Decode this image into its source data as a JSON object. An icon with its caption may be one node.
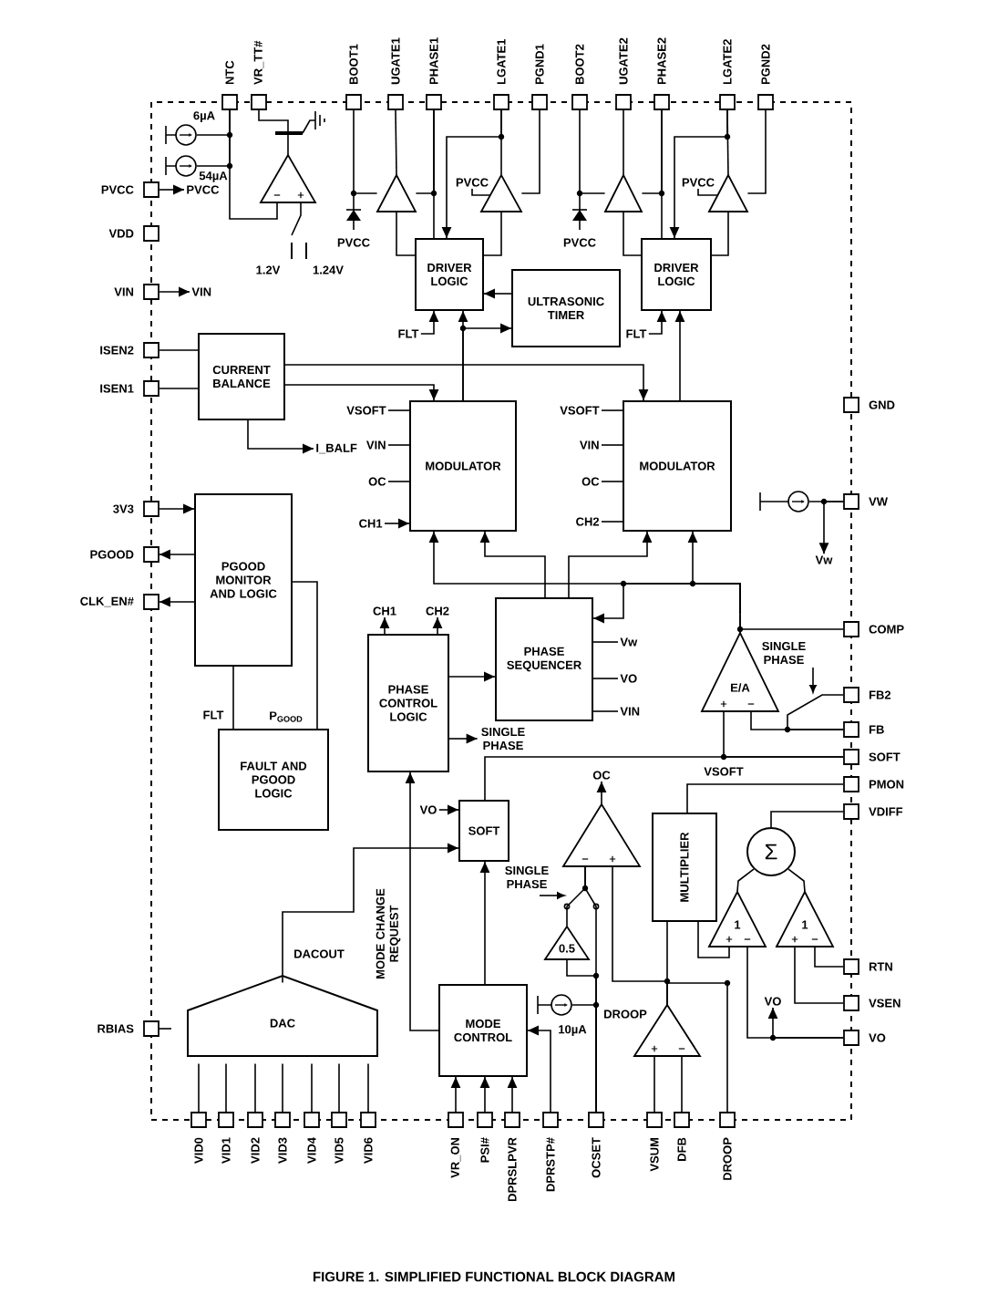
{
  "diagram": {
    "caption": "FIGURE 1. SIMPLIFIED FUNCTIONAL BLOCK DIAGRAM",
    "nodes": [
      {
        "text": [
          "NTC"
        ]
      },
      {
        "text": [
          "VR_TT#"
        ]
      },
      {
        "text": [
          "BOOT1"
        ]
      },
      {
        "text": [
          "UGATE1"
        ]
      },
      {
        "text": [
          "PHASE1"
        ]
      },
      {
        "text": [
          "LGATE1"
        ]
      },
      {
        "text": [
          "PGND1"
        ]
      },
      {
        "text": [
          "BOOT2"
        ]
      },
      {
        "text": [
          "UGATE2"
        ]
      },
      {
        "text": [
          "PHASE2"
        ]
      },
      {
        "text": [
          "LGATE2"
        ]
      },
      {
        "text": [
          "PGND2"
        ]
      },
      {
        "text": [
          "PVCC"
        ]
      },
      {
        "text": [
          "VDD"
        ]
      },
      {
        "text": [
          "VIN"
        ]
      },
      {
        "text": [
          "ISEN2"
        ]
      },
      {
        "text": [
          "ISEN1"
        ]
      },
      {
        "text": [
          "3V3"
        ]
      },
      {
        "text": [
          "PGOOD"
        ]
      },
      {
        "text": [
          "CLK_EN#"
        ]
      },
      {
        "text": [
          "RBIAS"
        ]
      },
      {
        "text": [
          "GND"
        ]
      },
      {
        "text": [
          "VW"
        ]
      },
      {
        "text": [
          "COMP"
        ]
      },
      {
        "text": [
          "FB2"
        ]
      },
      {
        "text": [
          "FB"
        ]
      },
      {
        "text": [
          "SOFT"
        ]
      },
      {
        "text": [
          "PMON"
        ]
      },
      {
        "text": [
          "VDIFF"
        ]
      },
      {
        "text": [
          "RTN"
        ]
      },
      {
        "text": [
          "VSEN"
        ]
      },
      {
        "text": [
          "VO"
        ]
      },
      {
        "text": [
          "VID0"
        ]
      },
      {
        "text": [
          "VID1"
        ]
      },
      {
        "text": [
          "VID2"
        ]
      },
      {
        "text": [
          "VID3"
        ]
      },
      {
        "text": [
          "VID4"
        ]
      },
      {
        "text": [
          "VID5"
        ]
      },
      {
        "text": [
          "VID6"
        ]
      },
      {
        "text": [
          "VR_ON"
        ]
      },
      {
        "text": [
          "PSI#"
        ]
      },
      {
        "text": [
          "DPRSLPVR"
        ]
      },
      {
        "text": [
          "DPRSTP#"
        ]
      },
      {
        "text": [
          "OCSET"
        ]
      },
      {
        "text": [
          "VSUM"
        ]
      },
      {
        "text": [
          "DFB"
        ]
      },
      {
        "text": [
          "DROOP"
        ]
      },
      {
        "text": [
          "DRIVER LOGIC"
        ]
      },
      {
        "text": [
          "DRIVER LOGIC"
        ]
      },
      {
        "text": [
          "ULTRASONIC TIMER"
        ]
      },
      {
        "text": [
          "CURRENT BALANCE"
        ]
      },
      {
        "text": [
          "MODULATOR"
        ]
      },
      {
        "text": [
          "MODULATOR"
        ]
      },
      {
        "text": [
          "PGOOD MONITOR AND LOGIC"
        ]
      },
      {
        "text": [
          "FAULT AND PGOOD LOGIC"
        ]
      },
      {
        "text": [
          "PHASE CONTROL LOGIC"
        ]
      },
      {
        "text": [
          "PHASE SEQUENCER"
        ]
      },
      {
        "text": [
          "E/A"
        ]
      },
      {
        "text": [
          "SOFT"
        ]
      },
      {
        "text": [],
        "shape": "triangle"
      },
      {
        "text": [
          "MULTIPLIER"
        ]
      },
      {
        "text": [
          "Σ"
        ]
      },
      {
        "text": [
          "1"
        ]
      },
      {
        "text": [
          "1"
        ]
      },
      {
        "text": [
          "0.5"
        ]
      },
      {
        "text": [],
        "shape": "triangle",
        "beside": [
          "DROOP"
        ]
      },
      {
        "text": [
          "MODE CONTROL"
        ]
      },
      {
        "text": [
          "DAC"
        ]
      },
      {
        "text": [],
        "shape": "triangle"
      },
      {
        "text": [],
        "shape": "triangle"
      },
      {
        "text": [],
        "shape": "triangle"
      },
      {
        "text": [],
        "shape": "triangle"
      },
      {
        "text": [],
        "shape": "triangle"
      },
      {
        "text": [],
        "shape": "circle",
        "beside": [
          "6µA"
        ]
      },
      {
        "text": [],
        "shape": "circle",
        "beside": [
          "54µA"
        ]
      },
      {
        "text": [],
        "shape": "circle"
      },
      {
        "text": [],
        "shape": "circle",
        "beside": [
          "10µA"
        ]
      },
      {
        "text": [
          "PVCC"
        ]
      },
      {
        "text": [
          "VIN"
        ]
      },
      {
        "text": [
          "FLT"
        ]
      },
      {
        "text": [
          "FLT"
        ]
      },
      {
        "text": [
          "I_BALF"
        ]
      },
      {
        "text": [
          "VSOFT"
        ]
      },
      {
        "text": [
          "VIN"
        ]
      },
      {
        "text": [
          "OC"
        ]
      },
      {
        "text": [
          "CH1"
        ]
      },
      {
        "text": [
          "VSOFT"
        ]
      },
      {
        "text": [
          "VIN"
        ]
      },
      {
        "text": [
          "OC"
        ]
      },
      {
        "text": [
          "CH2"
        ]
      },
      {
        "text": [
          "Vw"
        ]
      },
      {
        "text": [
          "CH1"
        ]
      },
      {
        "text": [
          "CH2"
        ]
      },
      {
        "text": [
          "Vw"
        ]
      },
      {
        "text": [
          "VO"
        ]
      },
      {
        "text": [
          "VIN"
        ]
      },
      {
        "text": [
          "SINGLE PHASE"
        ]
      },
      {
        "text": [
          "OC"
        ]
      },
      {
        "text": [
          "VO"
        ]
      },
      {
        "text": [
          "VO"
        ]
      },
      {
        "text": [
          "PVCC"
        ]
      },
      {
        "text": [
          "PVCC"
        ]
      }
    ],
    "edges": [
      {
        "from": 0,
        "to": 68,
        "arrow": "none"
      },
      {
        "from": 1,
        "to": 68,
        "arrow": "none"
      },
      {
        "from": 2,
        "to": 69,
        "arrow": "none"
      },
      {
        "from": 69,
        "to": 3,
        "arrow": "none"
      },
      {
        "from": 4,
        "to": 47,
        "arrow": "none"
      },
      {
        "from": 47,
        "to": 69,
        "arrow": "none"
      },
      {
        "from": 47,
        "to": 70,
        "arrow": "none"
      },
      {
        "from": 70,
        "to": 5,
        "arrow": "none"
      },
      {
        "from": 5,
        "to": 47,
        "arrow": "to"
      },
      {
        "from": 6,
        "to": 70,
        "arrow": "none"
      },
      {
        "from": 49,
        "to": 47,
        "arrow": "to"
      },
      {
        "from": 79,
        "to": 47,
        "arrow": "to"
      },
      {
        "from": 51,
        "to": 47,
        "arrow": "to"
      },
      {
        "from": 51,
        "to": 49,
        "arrow": "to"
      },
      {
        "from": 7,
        "to": 71,
        "arrow": "none"
      },
      {
        "from": 71,
        "to": 8,
        "arrow": "none"
      },
      {
        "from": 9,
        "to": 48,
        "arrow": "none"
      },
      {
        "from": 48,
        "to": 71,
        "arrow": "none"
      },
      {
        "from": 48,
        "to": 72,
        "arrow": "none"
      },
      {
        "from": 72,
        "to": 10,
        "arrow": "none"
      },
      {
        "from": 10,
        "to": 48,
        "arrow": "to"
      },
      {
        "from": 11,
        "to": 72,
        "arrow": "none"
      },
      {
        "from": 80,
        "to": 48,
        "arrow": "to"
      },
      {
        "from": 52,
        "to": 48,
        "arrow": "to"
      },
      {
        "from": 15,
        "to": 50,
        "arrow": "none"
      },
      {
        "from": 16,
        "to": 50,
        "arrow": "none"
      },
      {
        "from": 50,
        "to": 51,
        "arrow": "to"
      },
      {
        "from": 50,
        "to": 52,
        "arrow": "to"
      },
      {
        "from": 50,
        "to": 81,
        "arrow": "to"
      },
      {
        "from": 12,
        "to": 77,
        "arrow": "to"
      },
      {
        "from": 14,
        "to": 78,
        "arrow": "to"
      },
      {
        "from": 17,
        "to": 53,
        "arrow": "to"
      },
      {
        "from": 53,
        "to": 18,
        "arrow": "to"
      },
      {
        "from": 53,
        "to": 19,
        "arrow": "to"
      },
      {
        "from": 53,
        "to": 54,
        "arrow": "none"
      },
      {
        "from": 54,
        "to": 53,
        "arrow": "none"
      },
      {
        "from": 56,
        "to": 51,
        "arrow": "to"
      },
      {
        "from": 56,
        "to": 52,
        "arrow": "to"
      },
      {
        "from": 57,
        "to": 51,
        "arrow": "to"
      },
      {
        "from": 57,
        "to": 52,
        "arrow": "to"
      },
      {
        "from": 57,
        "to": 56,
        "arrow": "to"
      },
      {
        "from": 23,
        "to": 57,
        "arrow": "none"
      },
      {
        "from": 55,
        "to": 56,
        "arrow": "to"
      },
      {
        "from": 55,
        "to": 91,
        "arrow": "to"
      },
      {
        "from": 55,
        "to": 92,
        "arrow": "to"
      },
      {
        "from": 55,
        "to": 96,
        "arrow": "to"
      },
      {
        "from": 25,
        "to": 57,
        "arrow": "none"
      },
      {
        "from": 24,
        "to": 25,
        "arrow": "none"
      },
      {
        "from": 26,
        "to": 57,
        "arrow": "none"
      },
      {
        "from": 26,
        "to": 58,
        "arrow": "none"
      },
      {
        "from": 67,
        "to": 58,
        "arrow": "to"
      },
      {
        "from": 66,
        "to": 58,
        "arrow": "to"
      },
      {
        "from": 66,
        "to": 55,
        "arrow": "to"
      },
      {
        "from": 42,
        "to": 66,
        "arrow": "to"
      },
      {
        "from": 39,
        "to": 66,
        "arrow": "to"
      },
      {
        "from": 40,
        "to": 66,
        "arrow": "to"
      },
      {
        "from": 41,
        "to": 66,
        "arrow": "to"
      },
      {
        "from": 32,
        "to": 67,
        "arrow": "none"
      },
      {
        "from": 33,
        "to": 67,
        "arrow": "none"
      },
      {
        "from": 34,
        "to": 67,
        "arrow": "none"
      },
      {
        "from": 35,
        "to": 67,
        "arrow": "none"
      },
      {
        "from": 36,
        "to": 67,
        "arrow": "none"
      },
      {
        "from": 37,
        "to": 67,
        "arrow": "none"
      },
      {
        "from": 38,
        "to": 67,
        "arrow": "none"
      },
      {
        "from": 43,
        "to": 59,
        "arrow": "none"
      },
      {
        "from": 43,
        "to": 64,
        "arrow": "none"
      },
      {
        "from": 64,
        "to": 59,
        "arrow": "none"
      },
      {
        "from": 65,
        "to": 59,
        "arrow": "none"
      },
      {
        "from": 59,
        "to": 97,
        "arrow": "to"
      },
      {
        "from": 44,
        "to": 65,
        "arrow": "none"
      },
      {
        "from": 45,
        "to": 65,
        "arrow": "none"
      },
      {
        "from": 65,
        "to": 46,
        "arrow": "none"
      },
      {
        "from": 65,
        "to": 60,
        "arrow": "none"
      },
      {
        "from": 27,
        "to": 60,
        "arrow": "none"
      },
      {
        "from": 28,
        "to": 61,
        "arrow": "none"
      },
      {
        "from": 62,
        "to": 61,
        "arrow": "none"
      },
      {
        "from": 63,
        "to": 61,
        "arrow": "none"
      },
      {
        "from": 31,
        "to": 62,
        "arrow": "none"
      },
      {
        "from": 30,
        "to": 63,
        "arrow": "none"
      },
      {
        "from": 29,
        "to": 63,
        "arrow": "none"
      },
      {
        "from": 60,
        "to": 62,
        "arrow": "none"
      },
      {
        "from": 22,
        "to": 90,
        "arrow": "to"
      },
      {
        "from": 98,
        "to": 58,
        "arrow": "to"
      },
      {
        "from": 69,
        "to": 4,
        "arrow": "none"
      },
      {
        "from": 71,
        "to": 9,
        "arrow": "none"
      },
      {
        "from": 100,
        "to": 70,
        "arrow": "none"
      },
      {
        "from": 101,
        "to": 72,
        "arrow": "none"
      },
      {
        "from": 82,
        "to": 51,
        "arrow": "none"
      },
      {
        "from": 83,
        "to": 51,
        "arrow": "none"
      },
      {
        "from": 84,
        "to": 51,
        "arrow": "none"
      },
      {
        "from": 85,
        "to": 51,
        "arrow": "to"
      },
      {
        "from": 86,
        "to": 52,
        "arrow": "none"
      },
      {
        "from": 87,
        "to": 52,
        "arrow": "none"
      },
      {
        "from": 88,
        "to": 52,
        "arrow": "none"
      },
      {
        "from": 89,
        "to": 52,
        "arrow": "none"
      },
      {
        "from": 56,
        "to": 93,
        "arrow": "none"
      },
      {
        "from": 56,
        "to": 94,
        "arrow": "none"
      },
      {
        "from": 56,
        "to": 95,
        "arrow": "none"
      },
      {
        "from": 73,
        "to": 0,
        "arrow": "none"
      },
      {
        "from": 74,
        "to": 0,
        "arrow": "none"
      },
      {
        "from": 75,
        "to": 22,
        "arrow": "none"
      },
      {
        "from": 76,
        "to": 43,
        "arrow": "none"
      },
      {
        "from": 31,
        "to": 99,
        "arrow": "to"
      }
    ],
    "labels": [
      "1.2V",
      "1.24V",
      "PVCC",
      "PVCC",
      "SINGLE PHASE",
      "FLT",
      "P$_{GOOD}$",
      "VSOFT",
      "SINGLE PHASE",
      "MODE CHANGE REQUEST",
      "DACOUT"
    ]
  }
}
